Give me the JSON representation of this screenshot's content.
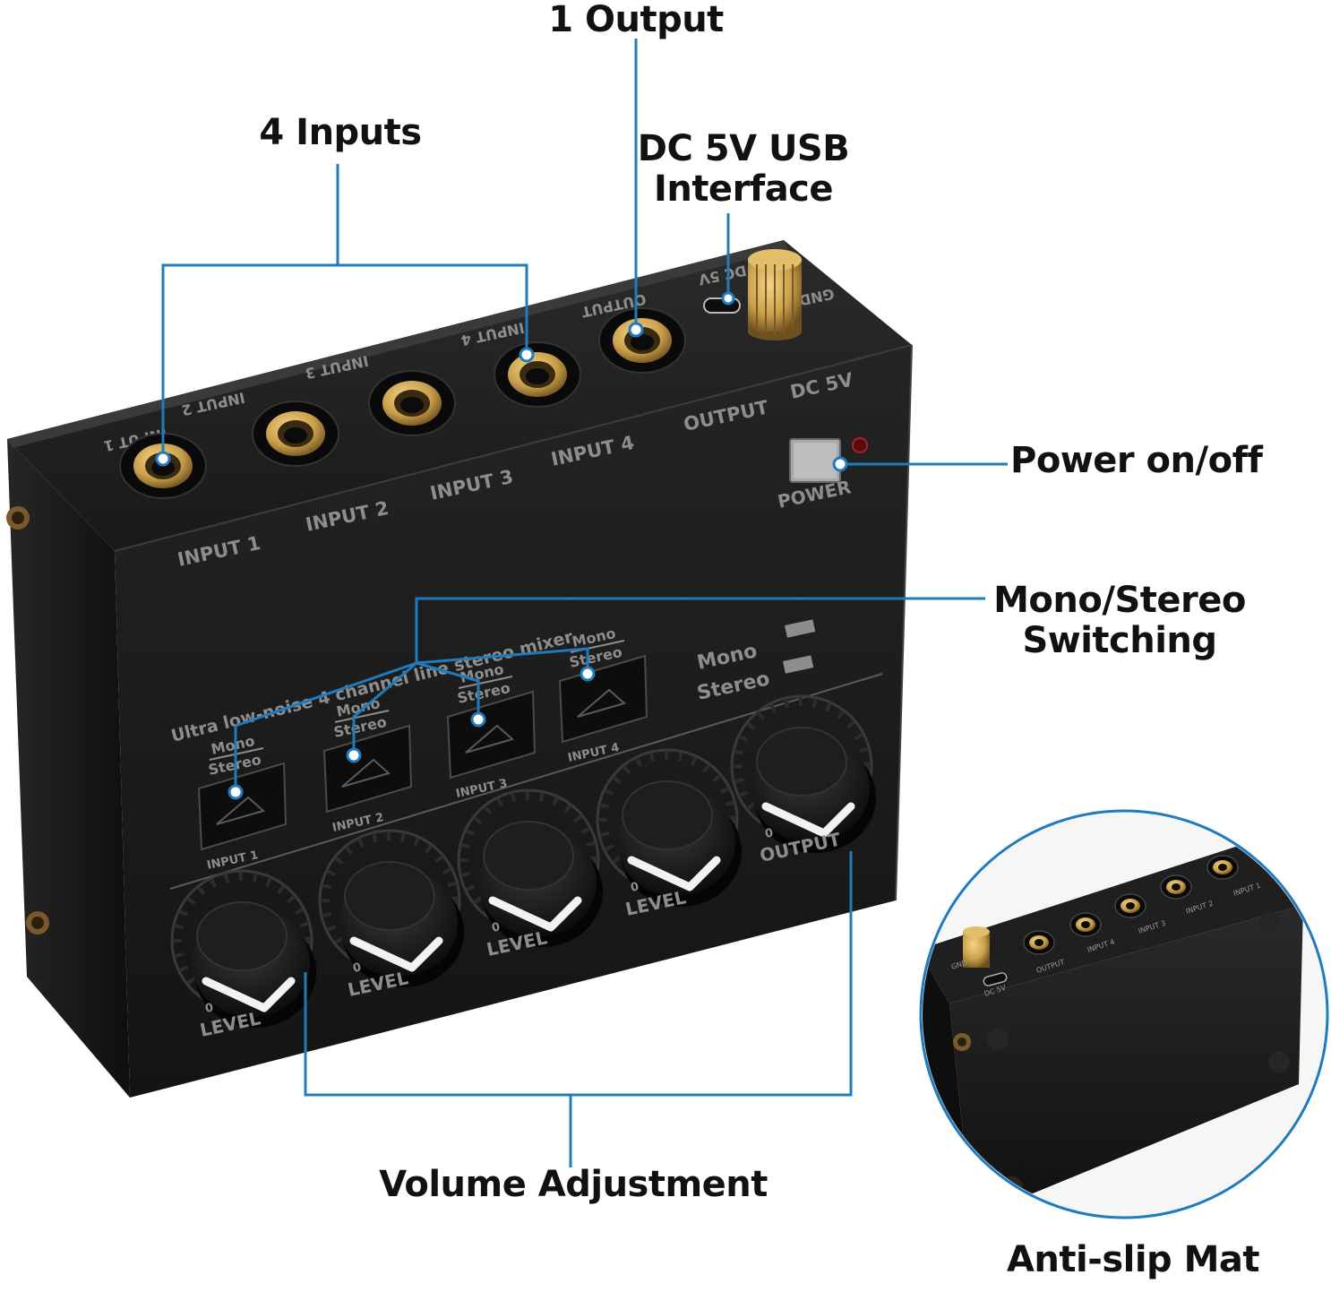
{
  "callouts": {
    "output": "1 Output",
    "inputs": "4 Inputs",
    "dc_usb_line1": "DC 5V USB",
    "dc_usb_line2": "Interface",
    "power": "Power on/off",
    "mono_stereo_line1": "Mono/Stereo",
    "mono_stereo_line2": "Switching",
    "volume": "Volume Adjustment",
    "anti_slip": "Anti-slip Mat"
  },
  "device": {
    "back_labels": [
      "INPUT 1",
      "INPUT 2",
      "INPUT 3",
      "INPUT 4",
      "OUTPUT",
      "DC 5V",
      "GND"
    ],
    "jack_labels": [
      "INPUT 1",
      "INPUT 2",
      "INPUT 3",
      "INPUT 4",
      "OUTPUT",
      "DC 5V"
    ],
    "power_label": "POWER",
    "tagline": "Ultra low-noise 4 channel line stereo mixer",
    "mode_mono": "Mono",
    "mode_stereo": "Stereo",
    "switch_mono": "Mono",
    "switch_stereo": "Stereo",
    "switch_labels": [
      "INPUT 1",
      "INPUT 2",
      "INPUT 3",
      "INPUT 4"
    ],
    "knob_level": "LEVEL",
    "knob_output": "OUTPUT",
    "knob_zero": "0"
  },
  "inset": {
    "labels": [
      "INPUT 1",
      "INPUT 2",
      "INPUT 3",
      "INPUT 4",
      "OUTPUT",
      "DC 5V",
      "GND"
    ]
  },
  "colors": {
    "callout_line": "#1f7bbd",
    "device_body": "#1c1c1c",
    "brass": "#c9a04a"
  }
}
